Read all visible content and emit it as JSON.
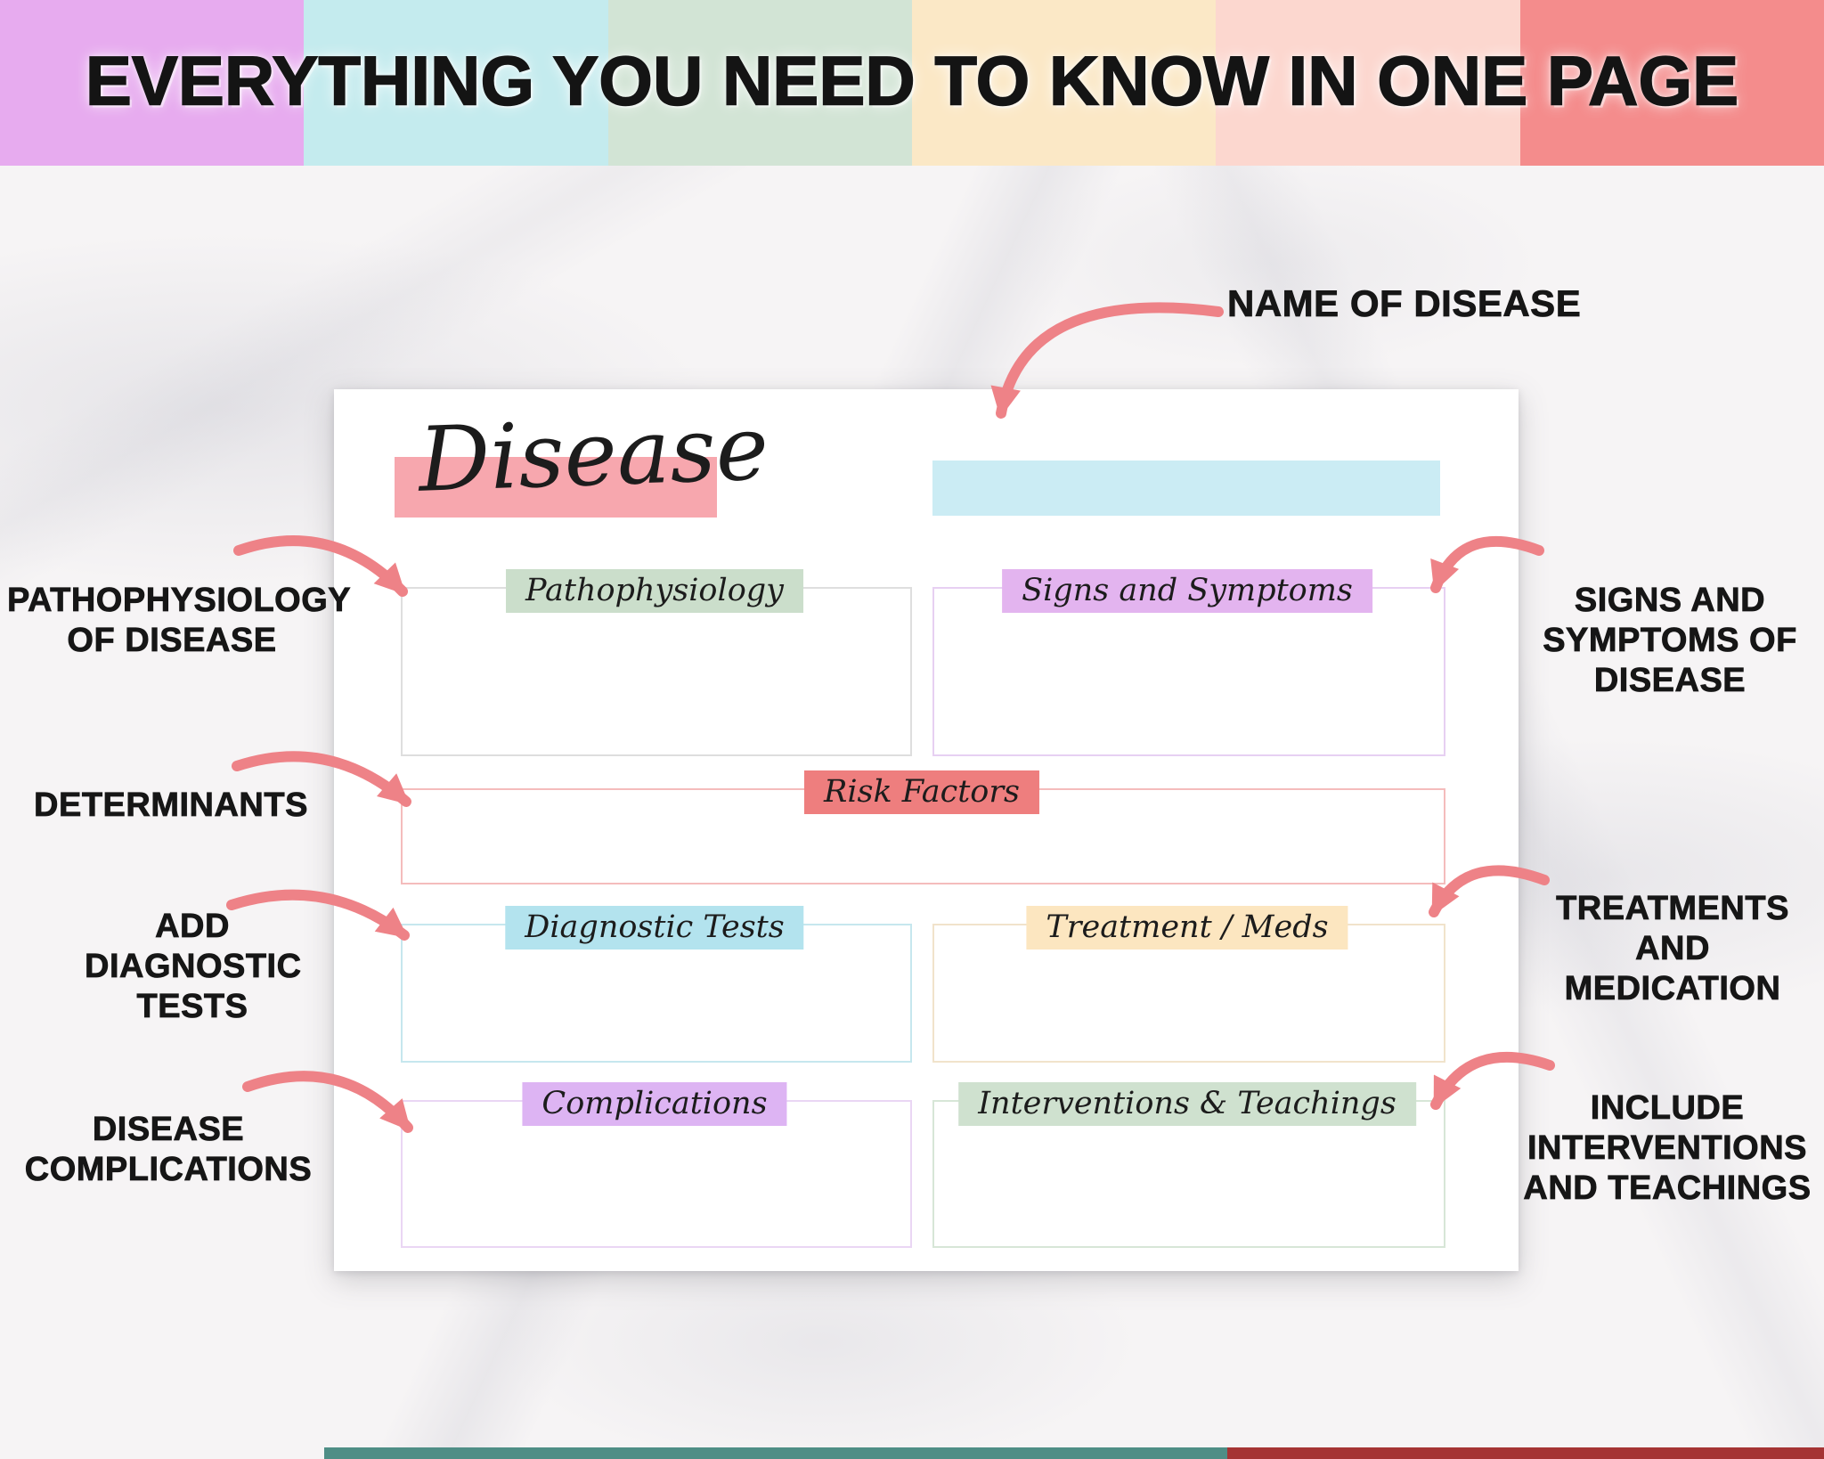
{
  "banner": {
    "title": "EVERYTHING YOU NEED TO KNOW IN ONE PAGE",
    "block_colors": [
      "#e7abef",
      "#c4ebee",
      "#d2e4d5",
      "#fbe8c6",
      "#fcd7cf",
      "#f48c8c"
    ]
  },
  "template_page": {
    "title": "Disease",
    "title_highlight_color": "#f7a7ae",
    "disease_name_bar_color": "#cbecf4",
    "sections": {
      "pathophysiology": {
        "label": "Pathophysiology",
        "highlight_color": "#cbdecb",
        "border_color": "#dedede"
      },
      "signs_symptoms": {
        "label": "Signs and Symptoms",
        "highlight_color": "#e3b4ef",
        "border_color": "#e7d0f2"
      },
      "risk_factors": {
        "label": "Risk Factors",
        "highlight_color": "#ee7e7e",
        "border_color": "#f4bcbc"
      },
      "diagnostic_tests": {
        "label": "Diagnostic Tests",
        "highlight_color": "#b3e3ee",
        "border_color": "#c6e7ee"
      },
      "treatment_meds": {
        "label": "Treatment / Meds",
        "highlight_color": "#fce6c0",
        "border_color": "#f1e3cb"
      },
      "complications": {
        "label": "Complications",
        "highlight_color": "#ddb4f3",
        "border_color": "#ead6f4"
      },
      "interventions": {
        "label": "Interventions & Teachings",
        "highlight_color": "#cfe1cf",
        "border_color": "#d7e6d7"
      }
    }
  },
  "annotations": {
    "arrow_color": "#ee8287",
    "name_of_disease": "NAME OF DISEASE",
    "pathophysiology": "PATHOPHYSIOLOGY\nOF DISEASE",
    "determinants": "DETERMINANTS",
    "diagnostic_tests": "ADD\nDIAGNOSTIC\nTESTS",
    "complications": "DISEASE\nCOMPLICATIONS",
    "signs_symptoms": "SIGNS AND\nSYMPTOMS OF\nDISEASE",
    "treatments": "TREATMENTS\nAND\nMEDICATION",
    "interventions": "INCLUDE\nINTERVENTIONS\nAND TEACHINGS"
  },
  "footer_strip": {
    "teal_color": "#4f8e86",
    "red_color": "#a53434"
  }
}
